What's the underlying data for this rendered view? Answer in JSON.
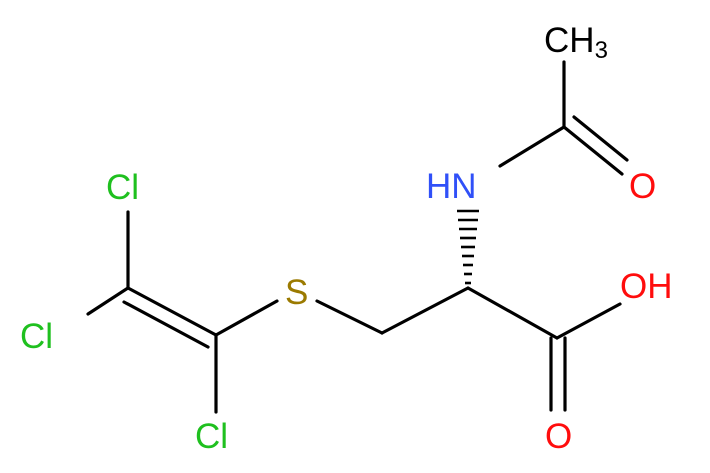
{
  "colors": {
    "carbon": "#000000",
    "nitrogen": "#3050f8",
    "oxygen": "#ff0d0d",
    "sulfur": "#9b7a00",
    "chlorine": "#1fc01f"
  },
  "atoms": {
    "methyl": {
      "main": "CH",
      "sub": "3"
    },
    "amide_oxygen": "O",
    "amine": "HN",
    "acid_hydroxyl": "OH",
    "acid_oxygen": "O",
    "sulfur": "S",
    "chlorine_top": "Cl",
    "chlorine_left": "Cl",
    "chlorine_bottom": "Cl"
  }
}
